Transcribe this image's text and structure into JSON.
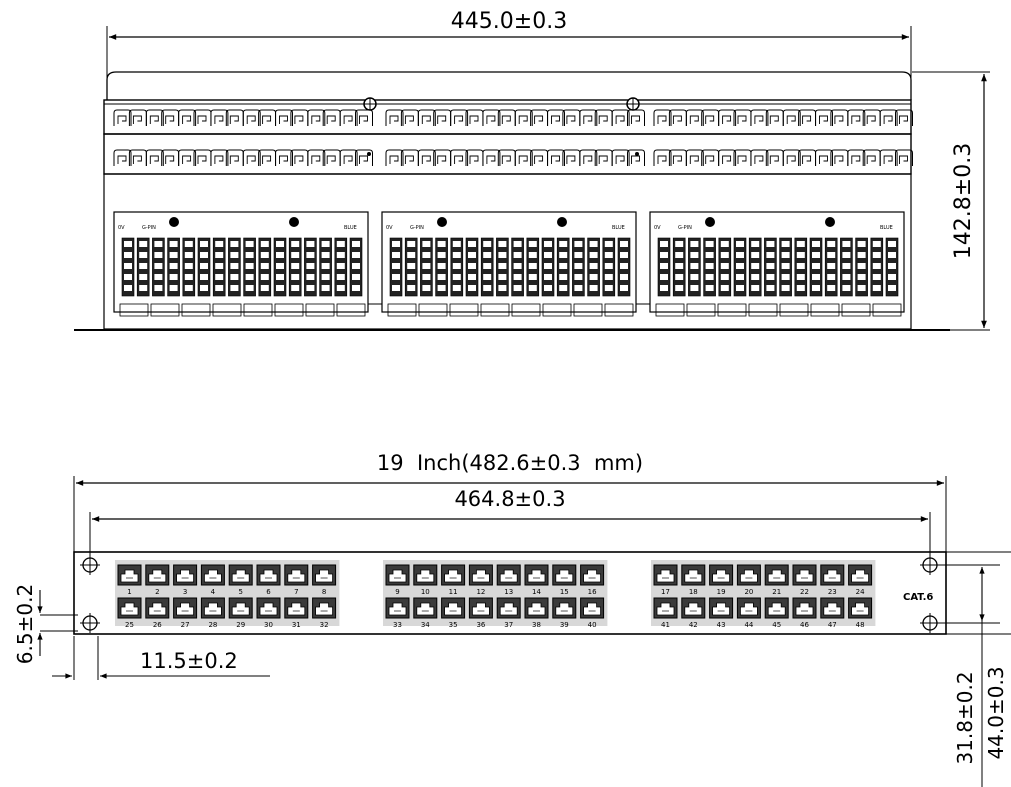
{
  "top_view": {
    "width_dim": "445.0±0.3",
    "height_dim": "142.8±0.3",
    "module_labels": {
      "left": "0V",
      "mid": "G-PIN",
      "right": "BLUE"
    }
  },
  "front_view": {
    "overall_width_dim": "19  Inch(482.6±0.3  mm)",
    "mount_width_dim": "464.8±0.3",
    "hole_offset_dim": "11.5±0.2",
    "hole_dia_dim": "6.5±0.2",
    "hole_spacing_dim": "31.8±0.2",
    "panel_height_dim": "44.0±0.3",
    "cat_label": "CAT.6",
    "ports_top": [
      "1",
      "2",
      "3",
      "4",
      "5",
      "6",
      "7",
      "8",
      "9",
      "10",
      "11",
      "12",
      "13",
      "14",
      "15",
      "16",
      "17",
      "18",
      "19",
      "20",
      "21",
      "22",
      "23",
      "24"
    ],
    "ports_bottom": [
      "25",
      "26",
      "27",
      "28",
      "29",
      "30",
      "31",
      "32",
      "33",
      "34",
      "35",
      "36",
      "37",
      "38",
      "39",
      "40",
      "41",
      "42",
      "43",
      "44",
      "45",
      "46",
      "47",
      "48"
    ]
  }
}
